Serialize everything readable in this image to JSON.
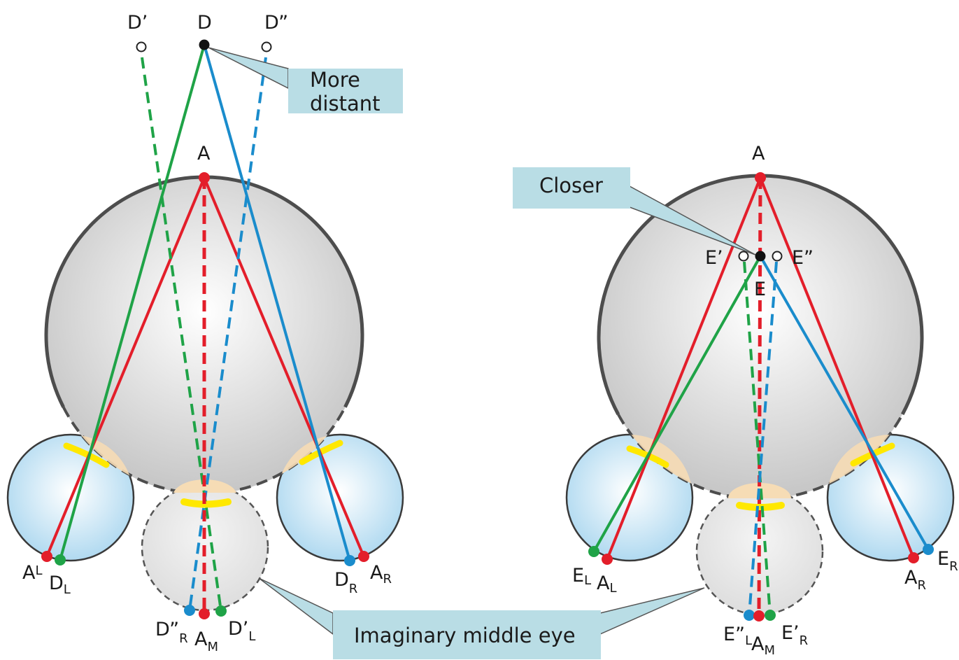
{
  "left_panel": {
    "points": {
      "d_prime": "D’",
      "d": "D",
      "d_dprime": "D”",
      "a": "A",
      "a_left": {
        "main": "A",
        "sub": "L"
      },
      "d_left": {
        "main": "D",
        "sub": "L"
      },
      "d_right": {
        "main": "D",
        "sub": "R"
      },
      "a_right": {
        "main": "A",
        "sub": "R"
      },
      "d_dprime_right": {
        "main": "D”",
        "sub": "R"
      },
      "a_middle": {
        "main": "A",
        "sub": "M"
      },
      "d_prime_left": {
        "main": "D’",
        "sub": "L"
      }
    },
    "callout_line1": "More",
    "callout_line2": "distant"
  },
  "right_panel": {
    "points": {
      "a": "A",
      "e_prime": "E’",
      "e": "E",
      "e_dprime": "E”",
      "e_left": {
        "main": "E",
        "sub": "L"
      },
      "a_left": {
        "main": "A",
        "sub": "L"
      },
      "a_right": {
        "main": "A",
        "sub": "R"
      },
      "e_right": {
        "main": "E",
        "sub": "R"
      },
      "e_dprime_left": {
        "main": "E”",
        "sub": "L"
      },
      "a_middle": {
        "main": "A",
        "sub": "M"
      },
      "e_prime_right": {
        "main": "E’",
        "sub": "R"
      }
    },
    "callout": "Closer"
  },
  "shared_callout": "Imaginary middle eye",
  "colors": {
    "red": "#e31e2a",
    "green": "#1fa347",
    "blue": "#1a8ccc",
    "horopter_fill": "#d4d4d4",
    "eye_fill": "#c8e6f6",
    "middle_eye_fill": "#e8e8e8",
    "callout_fill": "#b9dde5",
    "lens_yellow": "#ffe800"
  }
}
